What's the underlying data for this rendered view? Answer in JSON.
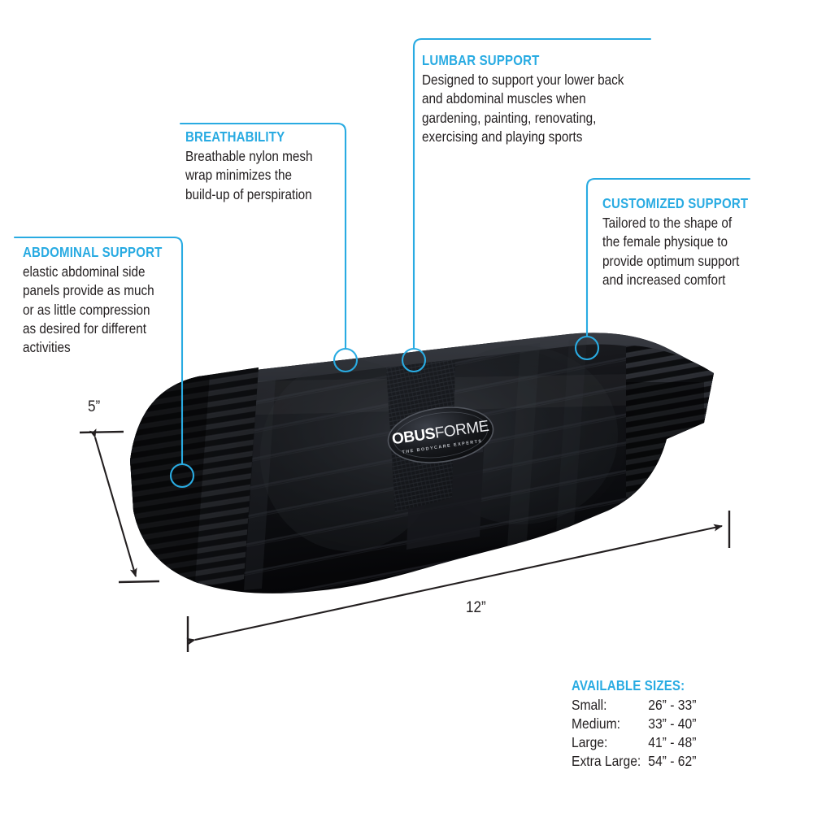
{
  "accent_color": "#29ABE2",
  "text_color": "#231f20",
  "callouts": [
    {
      "id": "abdominal-support",
      "title": "ABDOMINAL SUPPORT",
      "lines": [
        "elastic abdominal side",
        "panels provide as much",
        "or as little compression",
        "as desired for different",
        "activities"
      ]
    },
    {
      "id": "breathability",
      "title": "BREATHABILITY",
      "lines": [
        "Breathable nylon mesh",
        "wrap minimizes the",
        "build-up of perspiration"
      ]
    },
    {
      "id": "lumbar-support",
      "title": "LUMBAR SUPPORT",
      "lines": [
        "Designed to support your lower back",
        "and abdominal muscles when",
        "gardening, painting, renovating,",
        "exercising and playing sports"
      ]
    },
    {
      "id": "customized-support",
      "title": "CUSTOMIZED SUPPORT",
      "lines": [
        "Tailored to the shape of",
        "the female physique to",
        "provide optimum support",
        "and increased comfort"
      ]
    }
  ],
  "dimensions": {
    "height_label": "5”",
    "width_label": "12”"
  },
  "sizes": {
    "title": "AVAILABLE SIZES:",
    "rows": [
      {
        "name": "Small:",
        "range": "26” - 33”"
      },
      {
        "name": "Medium:",
        "range": "33” - 40”"
      },
      {
        "name": "Large:",
        "range": "41” - 48”"
      },
      {
        "name": "Extra Large:",
        "range": "54” - 62”"
      }
    ]
  },
  "product": {
    "brand_bold": "OBUS",
    "brand_light": "FORME",
    "tagline": "THE BODYCARE EXPERTS"
  }
}
